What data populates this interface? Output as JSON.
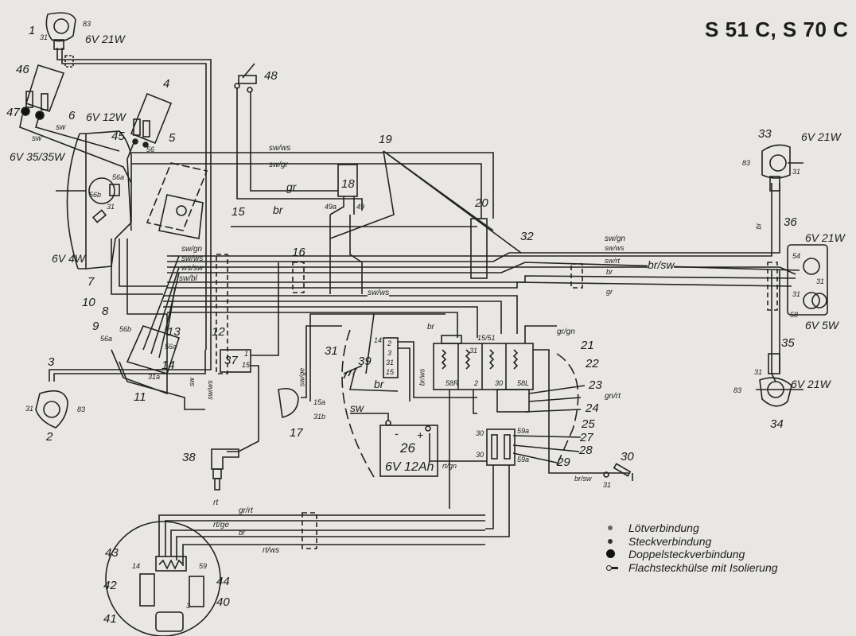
{
  "title": "S 51 C, S 70 C",
  "component_numbers": [
    "1",
    "2",
    "3",
    "4",
    "5",
    "6",
    "7",
    "8",
    "9",
    "10",
    "11",
    "12",
    "13",
    "14",
    "15",
    "16",
    "17",
    "18",
    "19",
    "20",
    "21",
    "22",
    "23",
    "24",
    "25",
    "26",
    "27",
    "28",
    "29",
    "30",
    "31",
    "32",
    "33",
    "34",
    "35",
    "36",
    "37",
    "38",
    "39",
    "40",
    "41",
    "42",
    "43",
    "44",
    "45",
    "46",
    "47",
    "48"
  ],
  "ratings": {
    "front_turn_left": "6V 21W",
    "speedo_lamp": "6V 12W",
    "headlamp": "6V 35/35W",
    "parking_lamp": "6V 4W",
    "rear_turn_right": "6V 21W",
    "brake_lamp": "6V 21W",
    "tail_lamp": "6V 5W",
    "rear_turn_left": "6V 21W",
    "battery": "6V 12Ah"
  },
  "wire_colors": {
    "sw_ws_top": "sw/ws",
    "sw_gr_top": "sw/gr",
    "gr": "gr",
    "br_top": "br",
    "h_sw_gn": "sw/gn",
    "h_sw_ws": "sw/ws",
    "h_ws_sw": "ws/sw",
    "h_sw_bl": "sw/bl",
    "r_sw_gn": "sw/gn",
    "r_sw_ws": "sw/ws",
    "r_sw_rt": "sw/rt",
    "r_br_sw": "br/sw",
    "r_br": "br",
    "r_gr": "gr",
    "mid_sw_ws": "sw/ws",
    "sw_battery": "sw",
    "br_39": "br",
    "br_reg": "br",
    "gr_gn": "gr/gn",
    "gn_rt": "gn/rt",
    "br_sw_ground": "br/sw",
    "rt_gn": "rt/gn",
    "sw_ge": "sw/ge",
    "sw_left": "sw",
    "sw_ws_left": "sw/ws",
    "br_vert": "br",
    "br_ws_39": "br/ws",
    "sw_head1": "sw",
    "sw_head2": "sw",
    "mag_rt": "rt",
    "mag_gr_rt": "gr/rt",
    "mag_rt_ge": "rt/ge",
    "mag_br": "br",
    "mag_rt_ws": "rt/ws"
  },
  "terminals": {
    "t1_83": "83",
    "t1_31": "31",
    "t2_31": "31",
    "t2_83": "83",
    "t33_83": "83",
    "t33_31": "31",
    "t34_83": "83",
    "t34_31": "31",
    "t36_54": "54",
    "t36_31a": "31",
    "t36_31b": "31",
    "t36_58": "58",
    "h_56a": "56a",
    "h_56b": "56b",
    "h_31": "31",
    "s_56": "56",
    "sw_56b": "56b",
    "sw_56a": "56a",
    "sw_56a2": "56a",
    "sw_31a": "31a",
    "t18_49a": "49a",
    "t18_49": "49",
    "t37_1": "1",
    "t37_15": "15",
    "t17_15a": "15a",
    "t17_31b": "31b",
    "t39_14": "14",
    "t39_2": "2",
    "t39_3": "3",
    "t39_31": "31",
    "t39_15": "15",
    "reg_15_51": "15/51",
    "reg_31": "31",
    "reg_58r": "58R",
    "reg_2": "2",
    "reg_30": "30",
    "reg_58l": "58L",
    "f_30a": "30",
    "f_59a": "59a",
    "f_30b": "30",
    "f_59b": "59a",
    "g_31": "31",
    "m_14": "14",
    "m_59": "59",
    "m_3": "3",
    "bat_minus": "-",
    "bat_plus": "+"
  },
  "legend": [
    {
      "symbol": "solder-dot",
      "label": "Lötverbindung"
    },
    {
      "symbol": "plug-dot",
      "label": "Steckverbindung"
    },
    {
      "symbol": "double-plug-dot",
      "label": "Doppelsteckverbindung"
    },
    {
      "symbol": "flat-socket",
      "label": "Flachsteckhülse mit Isolierung"
    }
  ]
}
